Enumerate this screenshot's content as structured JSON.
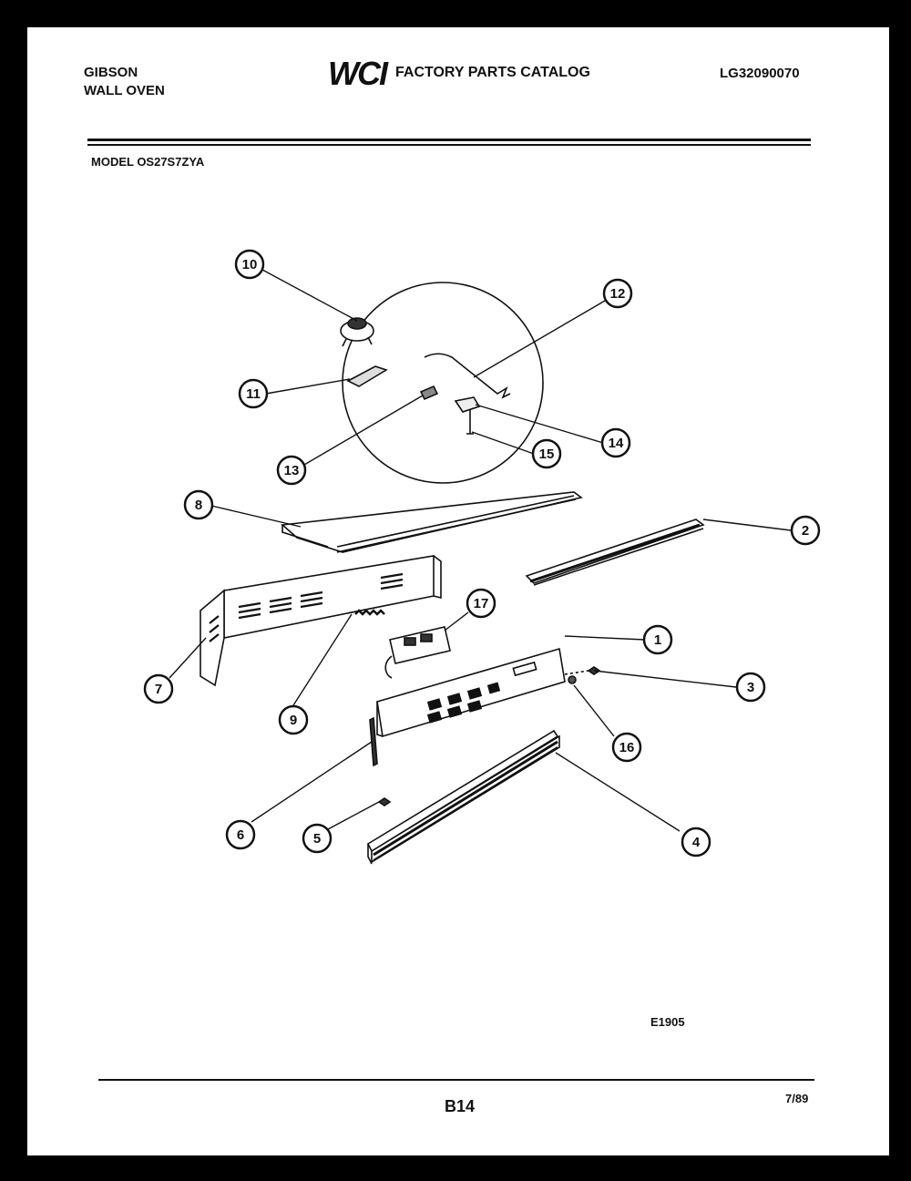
{
  "header": {
    "brand_line1": "GIBSON",
    "brand_line2": "WALL OVEN",
    "logo_text": "WCI",
    "catalog_title": "FACTORY PARTS CATALOG",
    "doc_number": "LG32090070"
  },
  "model_label": "MODEL OS27S7ZYA",
  "figure_code": "E1905",
  "footer": {
    "page": "B14",
    "date": "7/89"
  },
  "callouts": [
    "1",
    "2",
    "3",
    "4",
    "5",
    "6",
    "7",
    "8",
    "9",
    "10",
    "11",
    "12",
    "13",
    "14",
    "15",
    "16",
    "17"
  ]
}
